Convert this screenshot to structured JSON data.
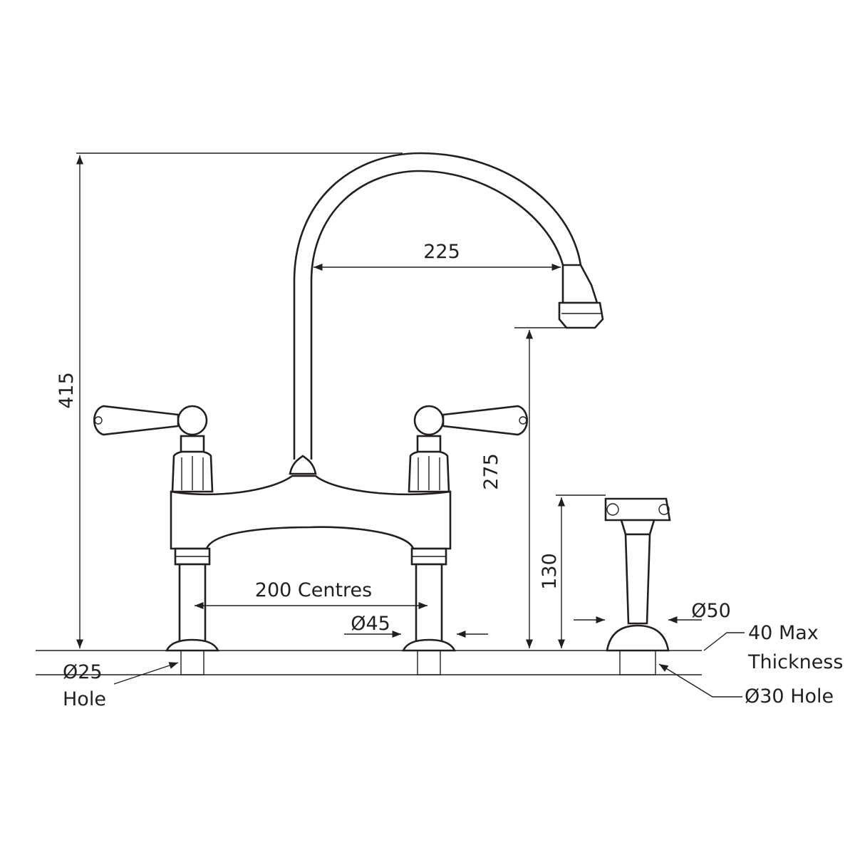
{
  "dimensions": {
    "overall_height": "415",
    "spout_reach": "225",
    "spout_height": "275",
    "spray_height": "130",
    "centres": "200 Centres",
    "base_diameter": "Ø45",
    "spray_base_diameter": "Ø50"
  },
  "callouts": {
    "tap_hole_line1": "Ø25",
    "tap_hole_line2": "Hole",
    "thickness_line1": "40 Max",
    "thickness_line2": "Thickness",
    "spray_hole": "Ø30 Hole"
  },
  "colors": {
    "line": "#231f20",
    "background": "#ffffff"
  }
}
